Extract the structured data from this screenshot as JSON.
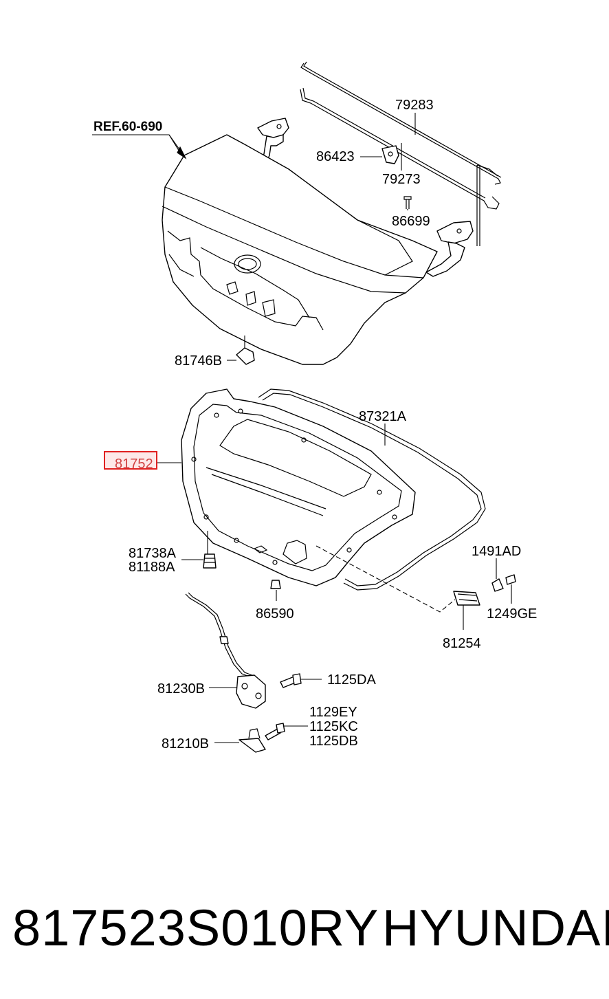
{
  "diagram": {
    "ref_label": "REF.60-690",
    "labels": {
      "p79283": "79283",
      "p86423": "86423",
      "p79273": "79273",
      "p86699": "86699",
      "p81746B": "81746B",
      "p87321A": "87321A",
      "p81752": "81752",
      "p81738A": "81738A",
      "p81188A": "81188A",
      "p86590": "86590",
      "p1491AD": "1491AD",
      "p1249GE": "1249GE",
      "p81254": "81254",
      "p81230B": "81230B",
      "p1125DA": "1125DA",
      "p1129EY": "1129EY",
      "p1125KC": "1125KC",
      "p1125DB": "1125DB",
      "p81210B": "81210B"
    },
    "highlighted_part": "81752",
    "highlight_color": "#e02020"
  },
  "footer": {
    "part_number": "817523S010RY",
    "brand": "HYUNDAI"
  }
}
